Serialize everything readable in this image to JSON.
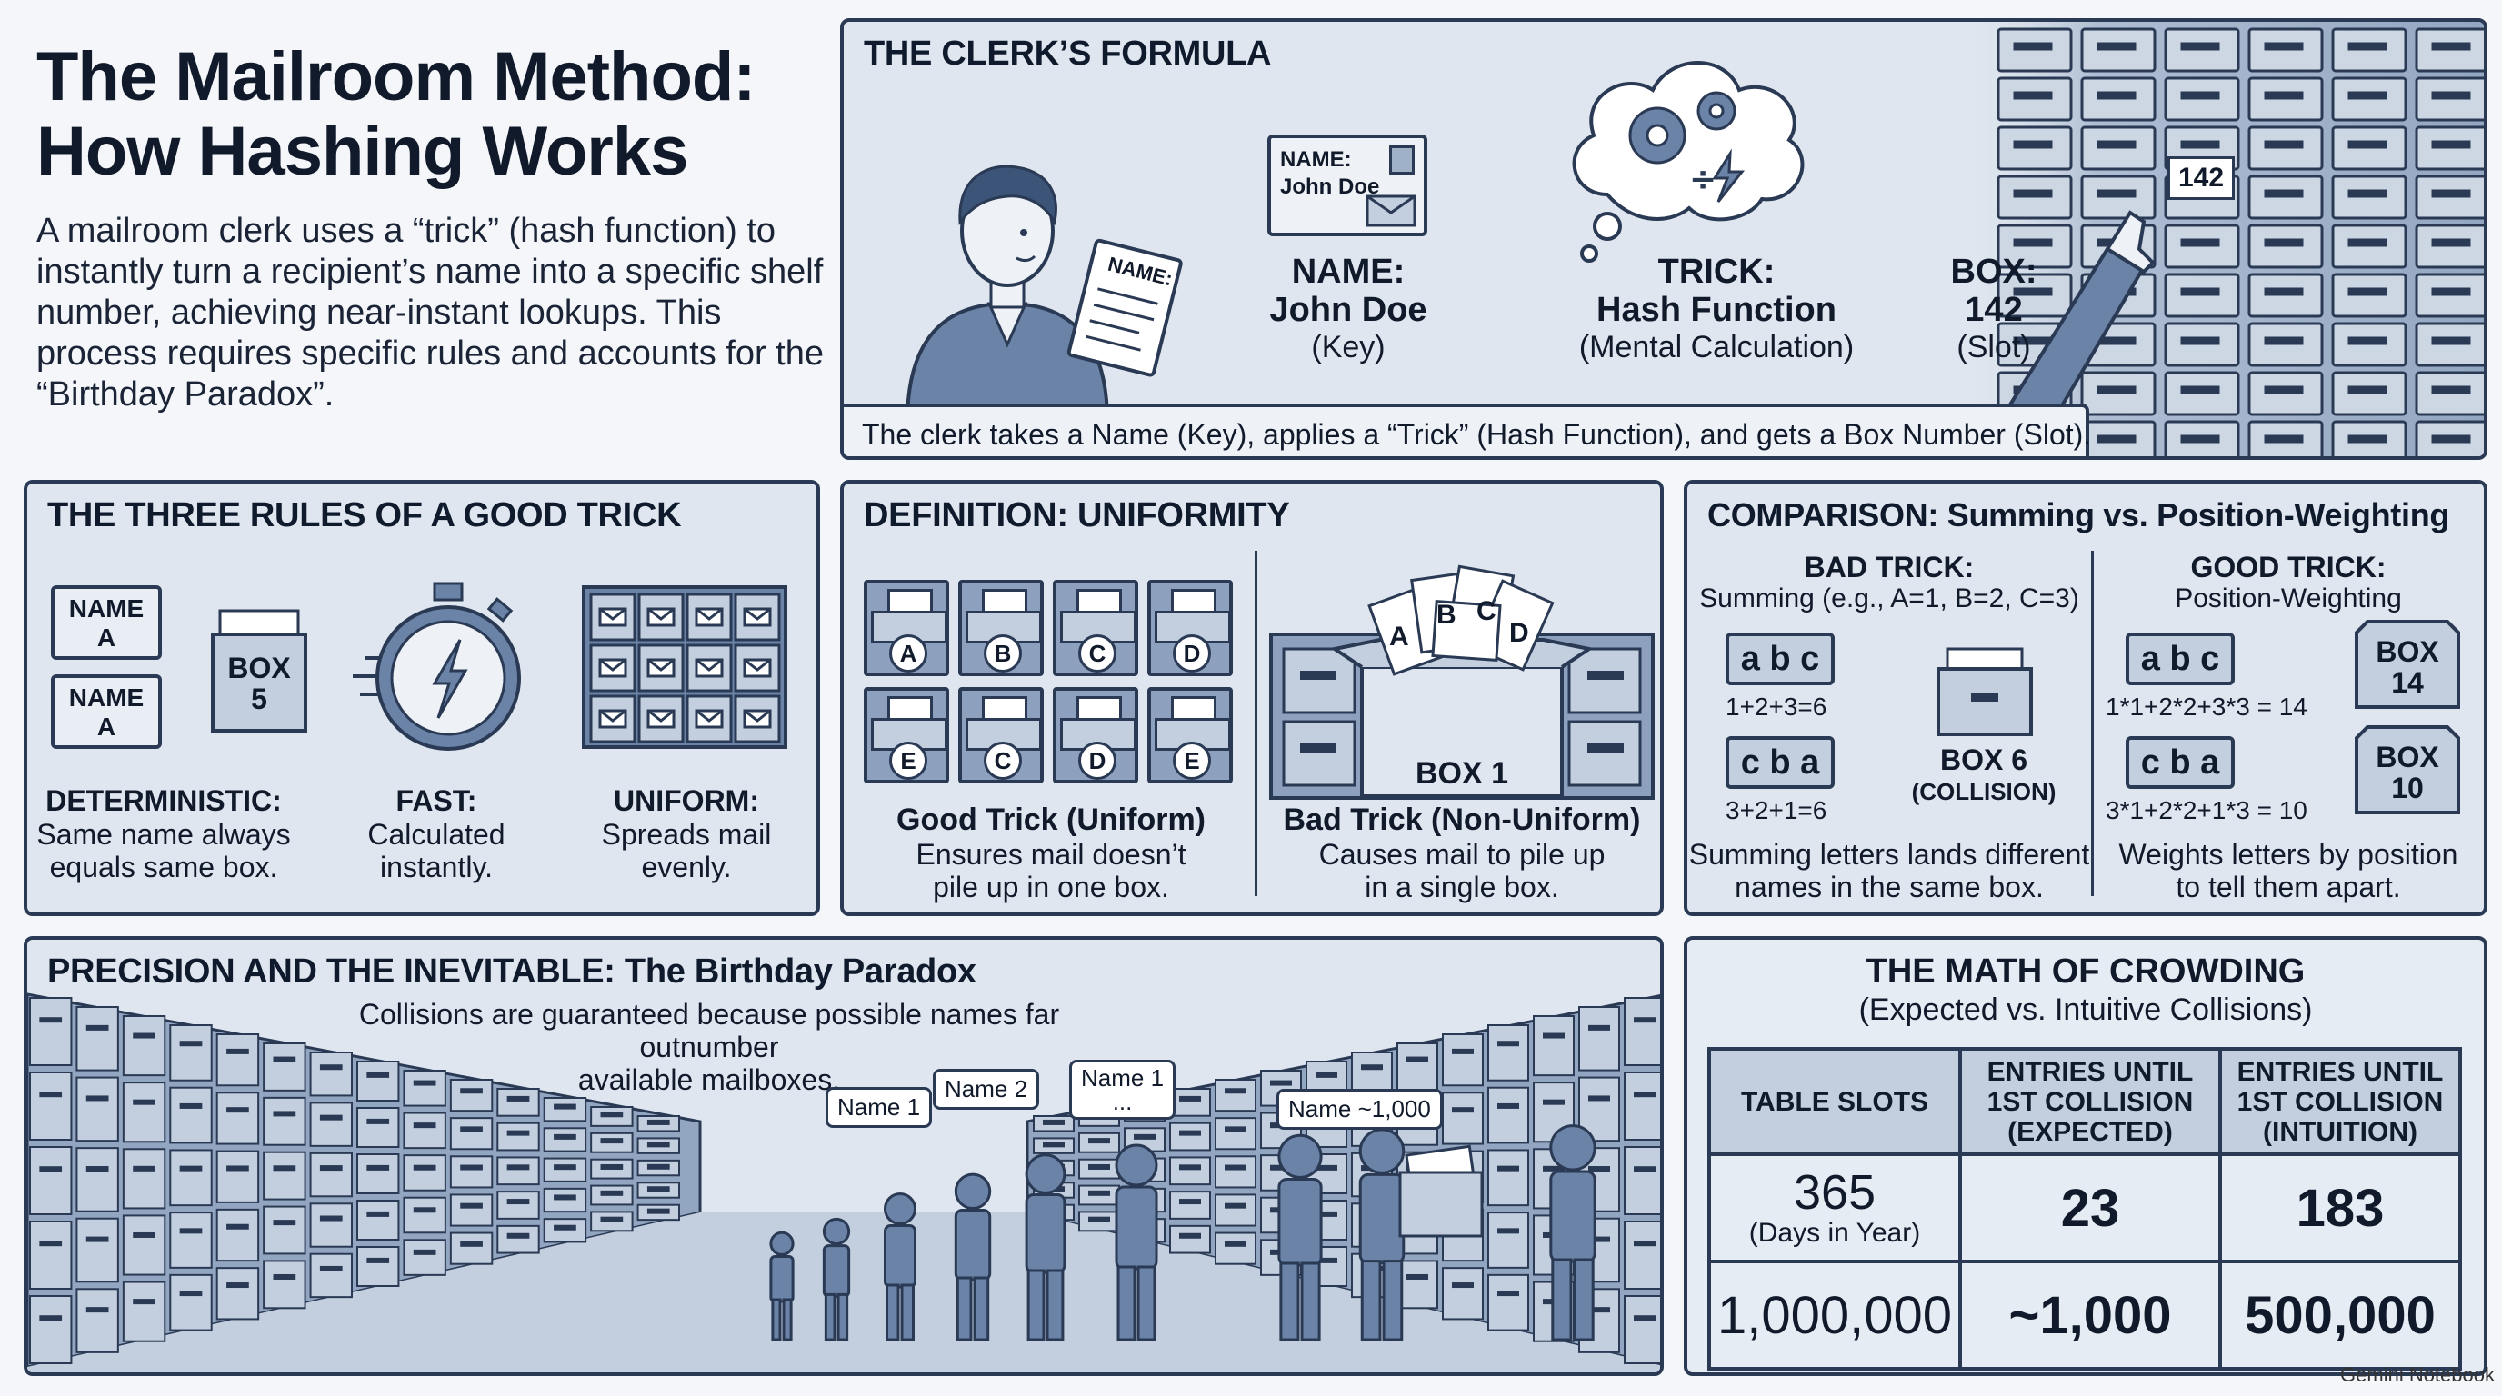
{
  "title_line1": "The Mailroom Method:",
  "title_line2": "How Hashing Works",
  "intro": "A mailroom clerk uses a “trick” (hash function) to instantly turn a recipient’s name into a specific shelf number, achieving near-instant lookups. This process requires specific rules and accounts for the “Birthday Paradox”.",
  "formula": {
    "title": "THE CLERK’S FORMULA",
    "card_label": "NAME:",
    "card_value": "John Doe",
    "paper_label": "NAME:",
    "name_head": "NAME:",
    "name_value": "John Doe",
    "name_sub": "(Key)",
    "trick_head": "TRICK:",
    "trick_value": "Hash Function",
    "trick_sub": "(Mental Calculation)",
    "box_head": "BOX:",
    "box_value": "142",
    "box_sub": "(Slot)",
    "slot_tag": "142",
    "caption": "The clerk takes a Name (Key), applies a “Trick” (Hash Function), and gets a Box Number (Slot)."
  },
  "rules": {
    "title": "THE THREE RULES OF A GOOD TRICK",
    "name_tile_1": "NAME",
    "name_tile_1b": "A",
    "name_tile_2": "NAME",
    "name_tile_2b": "A",
    "box_tile": "BOX",
    "box_tile_b": "5",
    "items": [
      {
        "head": "DETERMINISTIC:",
        "line1": "Same name always",
        "line2": "equals same box."
      },
      {
        "head": "FAST:",
        "line1": "Calculated",
        "line2": "instantly."
      },
      {
        "head": "UNIFORM:",
        "line1": "Spreads mail",
        "line2": "evenly."
      }
    ]
  },
  "uniformity": {
    "title": "DEFINITION: UNIFORMITY",
    "good_slots": [
      "A",
      "B",
      "C",
      "D",
      "E",
      "C",
      "D",
      "E"
    ],
    "good_head": "Good Trick (Uniform)",
    "good_line1": "Ensures mail doesn’t",
    "good_line2": "pile up in one box.",
    "pile_letters": [
      "A",
      "B",
      "C",
      "D"
    ],
    "bad_box": "BOX 1",
    "bad_head": "Bad Trick (Non-Uniform)",
    "bad_line1": "Causes mail to pile up",
    "bad_line2": "in a single box."
  },
  "comparison": {
    "title": "COMPARISON: Summing vs. Position-Weighting",
    "bad_head": "BAD TRICK:",
    "bad_sub": "Summing (e.g., A=1, B=2, C=3)",
    "good_head": "GOOD TRICK:",
    "good_sub": "Position-Weighting",
    "abc": "a b c",
    "cba": "c b a",
    "abc_sum": "1+2+3=6",
    "cba_sum": "3+2+1=6",
    "collision_box": "BOX 6",
    "collision_tag": "(COLLISION)",
    "abc2": "a b c",
    "cba2": "c b a",
    "abc_weight": "1*1+2*2+3*3 = 14",
    "cba_weight": "3*1+2*2+1*3 = 10",
    "box14_a": "BOX",
    "box14_b": "14",
    "box10_a": "BOX",
    "box10_b": "10",
    "bad_note1": "Summing letters lands different",
    "bad_note2": "names in the same box.",
    "good_note1": "Weights letters by position",
    "good_note2": "to tell them apart."
  },
  "paradox": {
    "title": "PRECISION AND THE INEVITABLE: The Birthday Paradox",
    "sub1": "Collisions are guaranteed because possible names far outnumber",
    "sub2": "available mailboxes.",
    "bubbles": [
      "Name 1",
      "Name 2",
      "Name 1",
      "...",
      "Name ~1,000"
    ]
  },
  "crowding": {
    "title": "THE MATH OF CROWDING",
    "subtitle": "(Expected vs. Intuitive Collisions)",
    "headers": [
      [
        "TABLE SLOTS"
      ],
      [
        "ENTRIES UNTIL",
        "1ST COLLISION",
        "(EXPECTED)"
      ],
      [
        "ENTRIES UNTIL",
        "1ST COLLISION",
        "(INTUITION)"
      ]
    ],
    "rows": [
      {
        "slots": "365",
        "slots_note": "(Days in Year)",
        "expected": "23",
        "intuition": "183"
      },
      {
        "slots": "1,000,000",
        "slots_note": "",
        "expected": "~1,000",
        "intuition": "500,000"
      }
    ]
  },
  "footer": "Gemini Notebook",
  "colors": {
    "navy": "#2a3a55",
    "panel": "#dfe6ef",
    "fill": "#6b83a6",
    "light": "#c3cfde"
  }
}
